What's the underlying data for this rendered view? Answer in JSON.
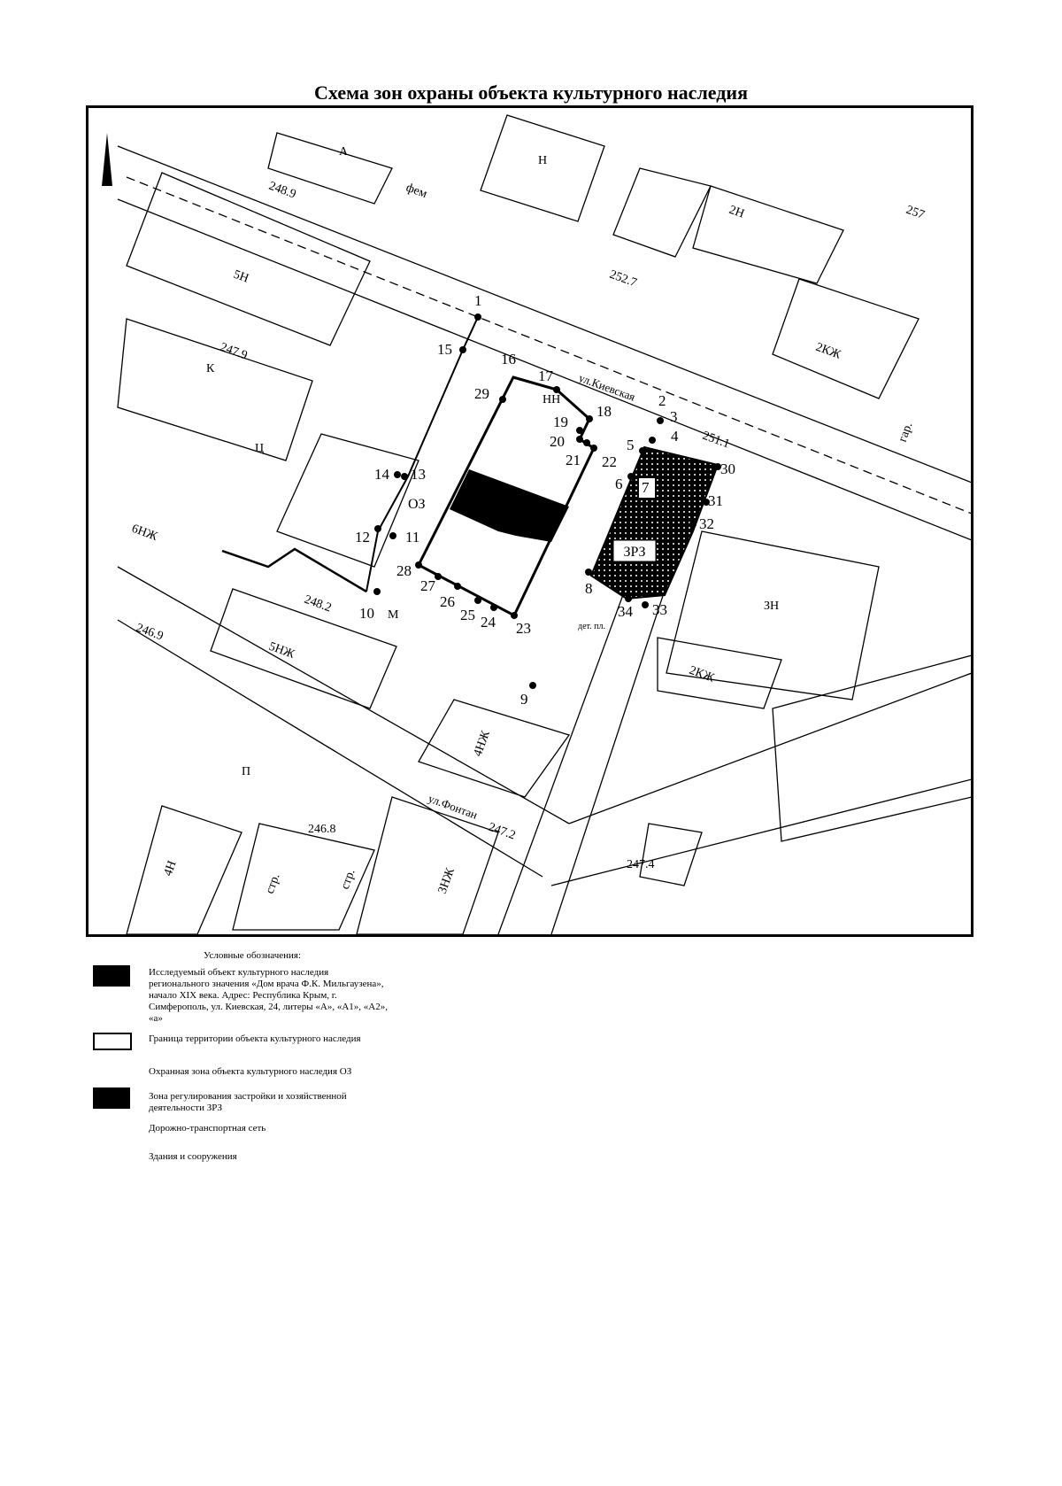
{
  "title": "Схема зон охраны объекта культурного наследия",
  "map": {
    "street_labels": [
      "ул.Киевская",
      "ул.Фонтан"
    ],
    "elevations": [
      "248.9",
      "252.7",
      "247.9",
      "251.1",
      "248.2",
      "246.9",
      "246.8",
      "247.2",
      "247.4",
      "257"
    ],
    "building_labels": [
      "5Н",
      "2Н",
      "А",
      "Н",
      "фем",
      "Ц",
      "2КЖ",
      "5НЖ",
      "2КЖ",
      "4НЖ",
      "4Н",
      "3НЖ",
      "стр.",
      "стр.",
      "гар.",
      "М",
      "К",
      "НН",
      "ЗН",
      "3РЗ",
      "дет. пл.",
      "6НЖ",
      "П"
    ],
    "zone_labels": {
      "oz": "ОЗ",
      "zrz": "ЗРЗ"
    },
    "point_labels": [
      "1",
      "2",
      "3",
      "4",
      "5",
      "6",
      "7",
      "8",
      "9",
      "10",
      "11",
      "12",
      "13",
      "14",
      "15",
      "16",
      "17",
      "18",
      "19",
      "20",
      "21",
      "22",
      "23",
      "24",
      "25",
      "26",
      "27",
      "28",
      "29",
      "30",
      "31",
      "32",
      "33",
      "34"
    ]
  },
  "legend": {
    "heading": "Условные обозначения:",
    "items": [
      {
        "swatch": "black",
        "text": "Исследуемый объект культурного наследия регионального значения «Дом врача Ф.К. Мильгаузена», начало XIX века. Адрес: Республика Крым, г. Симферополь, ул. Киевская, 24, литеры «А», «А1», «А2», «а»"
      },
      {
        "swatch": "white-border",
        "text": "Граница территории объекта культурного наследия"
      },
      {
        "swatch": "none",
        "text": "Охранная зона объекта культурного наследия ОЗ"
      },
      {
        "swatch": "black",
        "text": "Зона регулирования застройки и хозяйственной деятельности ЗРЗ"
      },
      {
        "swatch": "none",
        "text": "Дорожно-транспортная сеть"
      },
      {
        "swatch": "none",
        "text": "Здания и сооружения"
      }
    ]
  }
}
